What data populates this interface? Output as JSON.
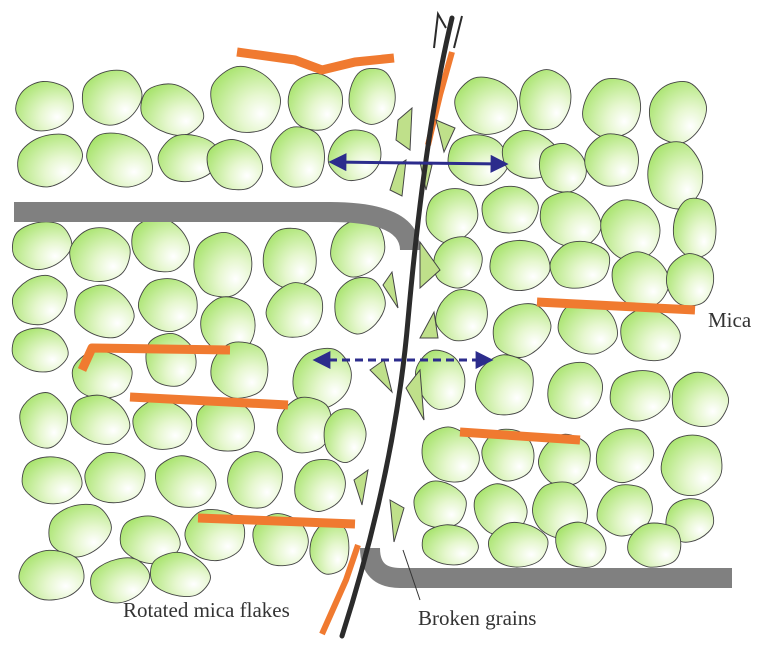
{
  "diagram": {
    "labels": {
      "mica": "Mica",
      "rotated_mica": "Rotated mica flakes",
      "broken_grains": "Broken grains"
    },
    "colors": {
      "grain_fill": "#a6e36a",
      "grain_highlight": "#ffffff",
      "grain_stroke": "#444444",
      "mica": "#f07a30",
      "vein": "#808080",
      "fault": "#2b2b2b",
      "broken_grain": "#bfe08a",
      "arrow": "#2c2c8c",
      "label_text": "#333333"
    }
  }
}
